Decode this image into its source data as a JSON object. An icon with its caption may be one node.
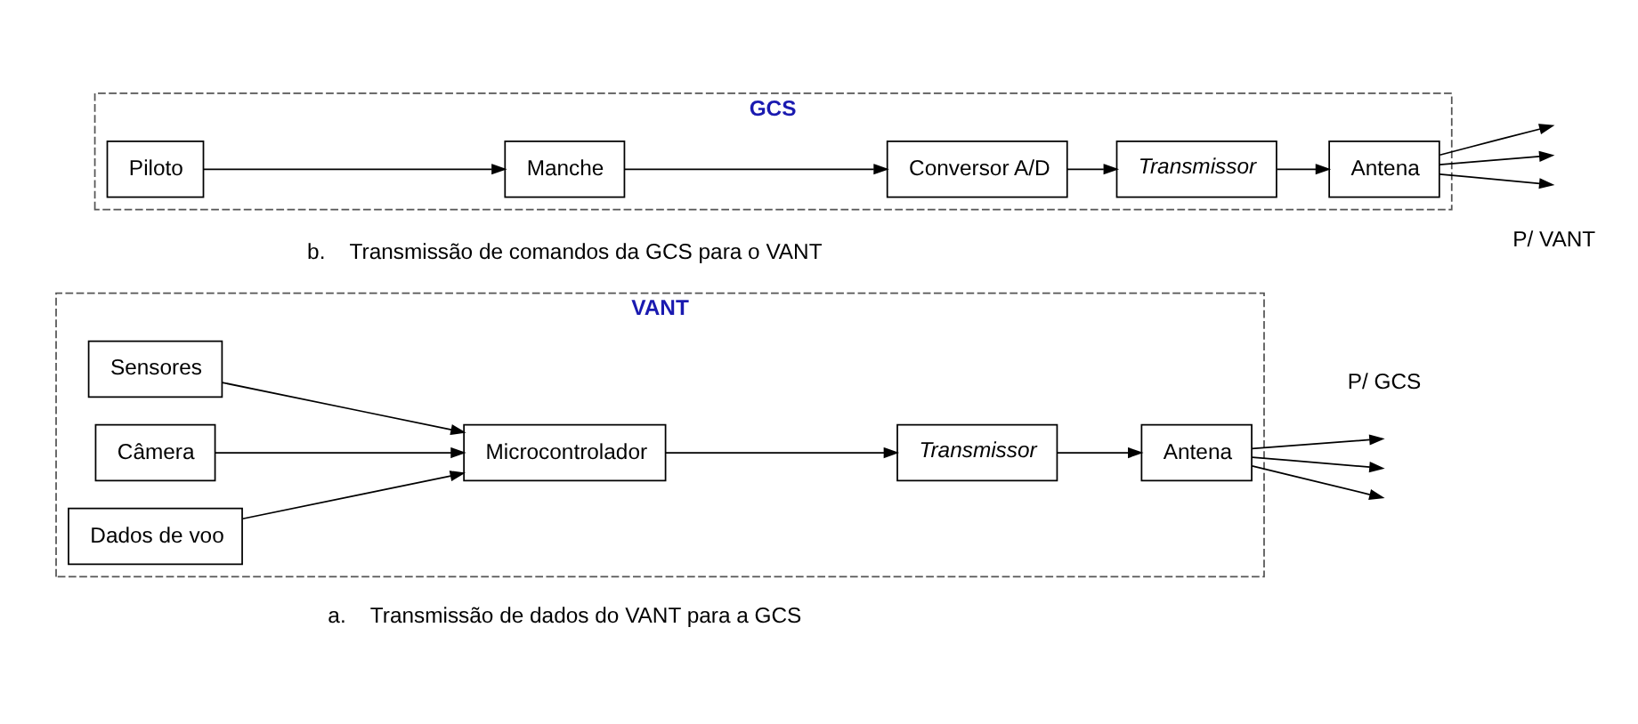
{
  "diagram": {
    "nodes": [
      {
        "text": [
          "VANT"
        ]
      },
      {
        "text": [
          "Câmera"
        ],
        "in": 0
      },
      {
        "text": [
          "Sensores"
        ],
        "in": 0
      },
      {
        "text": [
          "Dados de voo"
        ],
        "in": 0
      },
      {
        "text": [
          "Microcontrolador"
        ],
        "in": 0
      },
      {
        "text": [
          "Transmissor"
        ],
        "in": 0
      },
      {
        "text": [
          "Antena"
        ],
        "in": 0
      },
      {
        "text": [
          "GCS"
        ]
      },
      {
        "text": [
          "Piloto"
        ],
        "in": 7
      },
      {
        "text": [
          "Manche"
        ],
        "in": 7
      },
      {
        "text": [
          "Conversor A/D"
        ],
        "in": 7
      },
      {
        "text": [
          "Transmissor"
        ],
        "in": 7
      },
      {
        "text": [
          "Antena"
        ],
        "in": 7
      }
    ],
    "edges": [
      {
        "from": 1,
        "to": 4,
        "arrow": "to"
      },
      {
        "from": 2,
        "to": 4,
        "arrow": "to"
      },
      {
        "from": 3,
        "to": 4,
        "arrow": "to"
      },
      {
        "from": 4,
        "to": 5,
        "arrow": "to"
      },
      {
        "from": 5,
        "to": 6,
        "arrow": "to"
      },
      {
        "from": 6,
        "to": null,
        "arrow": "to"
      },
      {
        "from": 6,
        "to": null,
        "arrow": "to"
      },
      {
        "from": 6,
        "to": null,
        "arrow": "to"
      },
      {
        "from": 8,
        "to": 9,
        "arrow": "to"
      },
      {
        "from": 9,
        "to": 10,
        "arrow": "to"
      },
      {
        "from": 10,
        "to": 11,
        "arrow": "to"
      },
      {
        "from": 11,
        "to": 12,
        "arrow": "to"
      },
      {
        "from": 12,
        "to": null,
        "arrow": "to"
      },
      {
        "from": 12,
        "to": null,
        "arrow": "to"
      },
      {
        "from": 12,
        "to": null,
        "arrow": "to"
      }
    ],
    "labels": [
      "P/ GCS",
      "a.    Transmissão de dados do VANT para a GCS",
      "P/ VANT",
      "b.    Transmissão de comandos da GCS para o VANT"
    ]
  }
}
